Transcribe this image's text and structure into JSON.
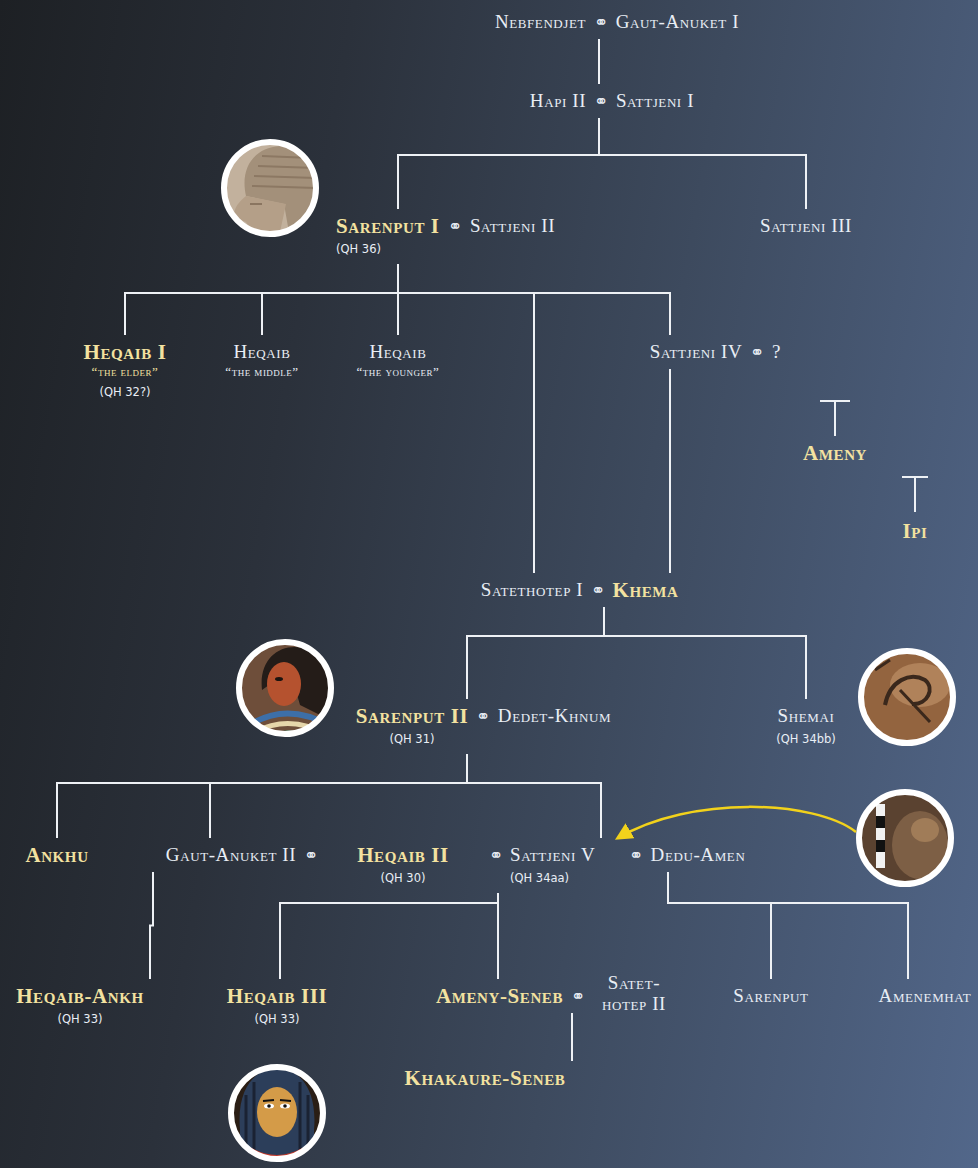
{
  "diagram": {
    "nodes": [
      {
        "text": [
          "Nebfendjet"
        ]
      },
      {
        "text": [
          "Gaut-Anuket I"
        ]
      },
      {
        "text": [
          "Hapi II"
        ]
      },
      {
        "text": [
          "Sattjeni I"
        ]
      },
      {
        "text": [
          "Sarenput I",
          "(QH 36)"
        ]
      },
      {
        "text": [
          "Sattjeni II"
        ]
      },
      {
        "text": [
          "Sattjeni III"
        ]
      },
      {
        "text": [
          "Heqaib I",
          "“the elder”",
          "(QH 32?)"
        ]
      },
      {
        "text": [
          "Heqaib",
          "“the middle”"
        ]
      },
      {
        "text": [
          "Heqaib",
          "“the younger”"
        ]
      },
      {
        "text": [
          "Sattjeni IV"
        ]
      },
      {
        "text": [
          "?"
        ]
      },
      {
        "text": [
          "Ameny"
        ]
      },
      {
        "text": [
          "Ipi"
        ]
      },
      {
        "text": [
          "Satethotep I"
        ]
      },
      {
        "text": [
          "Khema"
        ]
      },
      {
        "text": [
          "Sarenput II",
          "(QH 31)"
        ]
      },
      {
        "text": [
          "Dedet-Khnum"
        ]
      },
      {
        "text": [
          "Shemai",
          "(QH 34bb)"
        ]
      },
      {
        "text": [
          "Ankhu"
        ]
      },
      {
        "text": [
          "Gaut-Anuket II"
        ]
      },
      {
        "text": [
          "Heqaib II",
          "(QH 30)"
        ]
      },
      {
        "text": [
          "Sattjeni V",
          "(QH 34aa)"
        ]
      },
      {
        "text": [
          "Dedu-Amen"
        ]
      },
      {
        "text": [
          "Heqaib-Ankh",
          "(QH 33)"
        ]
      },
      {
        "text": [
          "Heqaib III",
          "(QH 33)"
        ]
      },
      {
        "text": [
          "Ameny-Seneb"
        ]
      },
      {
        "text": [
          "Satet- hotep II"
        ]
      },
      {
        "text": [
          "Sarenput"
        ]
      },
      {
        "text": [
          "Amenemhat"
        ]
      },
      {
        "text": [
          "Khakaure-Seneb"
        ]
      }
    ],
    "edges": [
      {
        "from": 0,
        "to": 2,
        "arrow": "none"
      },
      {
        "from": 2,
        "to": 4,
        "arrow": "none"
      },
      {
        "from": 2,
        "to": 6,
        "arrow": "none"
      },
      {
        "from": 4,
        "to": 7,
        "arrow": "none"
      },
      {
        "from": 4,
        "to": 8,
        "arrow": "none"
      },
      {
        "from": 4,
        "to": 9,
        "arrow": "none"
      },
      {
        "from": 4,
        "to": 14,
        "arrow": "none"
      },
      {
        "from": 4,
        "to": 10,
        "arrow": "none"
      },
      {
        "from": 10,
        "to": 15,
        "arrow": "none"
      },
      {
        "from": 15,
        "to": 16,
        "arrow": "none"
      },
      {
        "from": 15,
        "to": 18,
        "arrow": "none"
      },
      {
        "from": 16,
        "to": 19,
        "arrow": "none"
      },
      {
        "from": 16,
        "to": 20,
        "arrow": "none"
      },
      {
        "from": 16,
        "to": 22,
        "arrow": "none"
      },
      {
        "from": 20,
        "to": 24,
        "arrow": "none"
      },
      {
        "from": 22,
        "to": 25,
        "arrow": "none"
      },
      {
        "from": 22,
        "to": 26,
        "arrow": "none"
      },
      {
        "from": 23,
        "to": 28,
        "arrow": "none"
      },
      {
        "from": 23,
        "to": 29,
        "arrow": "none"
      },
      {
        "from": 26,
        "to": 30,
        "arrow": "none"
      }
    ],
    "labels": [
      "⚭",
      "⚭",
      "⚭",
      "⚭",
      "⚭",
      "⚭",
      "⚭",
      "⚭",
      "⚭",
      "⚭"
    ]
  }
}
